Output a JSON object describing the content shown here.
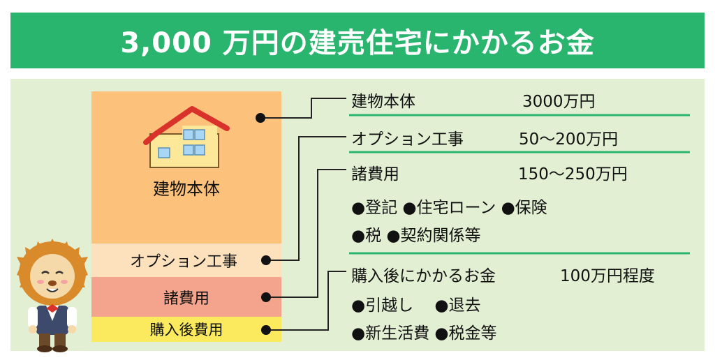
{
  "header": {
    "title": "3,000 万円の建売住宅にかかるお金"
  },
  "blocks": {
    "main": "建物本体",
    "option": "オプション工事",
    "misc": "諸費用",
    "after": "購入後費用"
  },
  "items": [
    {
      "label": "建物本体",
      "amount": "3000万円"
    },
    {
      "label": "オプション工事",
      "amount": "50～200万円"
    },
    {
      "label": "諸費用",
      "amount": "150～250万円",
      "details": [
        "●登記 ●住宅ローン ●保険",
        "●税 ●契約関係等"
      ]
    },
    {
      "label": "購入後にかかるお金",
      "amount": "100万円程度",
      "details": [
        "●引越し　 ●退去",
        "●新生活費 ●税金等"
      ]
    }
  ],
  "colors": {
    "header": "#2ab56e",
    "panel": "#e3efd2",
    "main": "#fcc17a",
    "option": "#fde1bd",
    "misc": "#f4a48c",
    "after": "#fbea5d",
    "divider": "#2ab56e"
  }
}
